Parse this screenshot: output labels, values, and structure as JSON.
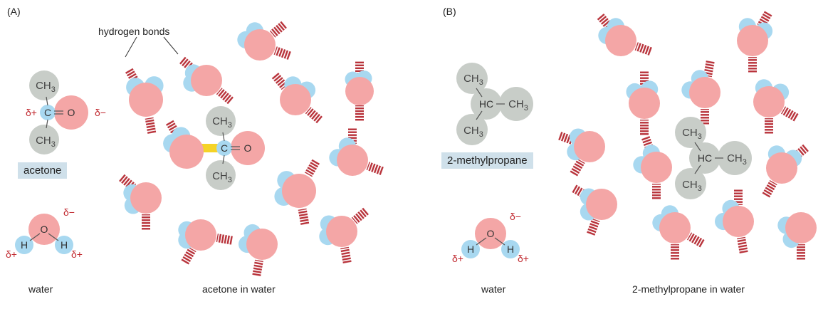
{
  "panels": [
    {
      "id": "(A)",
      "annotation": "hydrogen bonds",
      "molecule_name": "acetone",
      "water_name": "water",
      "mixture_caption": "acetone in water",
      "solute_groups": {
        "top": "CH3",
        "bottom": "CH3",
        "carbon": "C",
        "oxygen": "O"
      }
    },
    {
      "id": "(B)",
      "molecule_name": "2-methylpropane",
      "water_name": "water",
      "mixture_caption": "2-methylpropane in water",
      "solute_groups": {
        "top": "CH3",
        "bottom": "CH3",
        "center": "HC",
        "right": "CH3"
      }
    }
  ],
  "charges": {
    "positive": "δ+",
    "negative": "δ−"
  },
  "water_atoms": {
    "oxygen": "O",
    "hydrogen": "H"
  },
  "colors": {
    "oxygen": "#f4a6a6",
    "hydrogen": "#a8d8f0",
    "methyl": "#c8cdc8",
    "hbond": "#b8323a",
    "favorable_bond": "#f5d327",
    "charge_text": "#c0272d",
    "label_box": "#cfe0ea"
  }
}
